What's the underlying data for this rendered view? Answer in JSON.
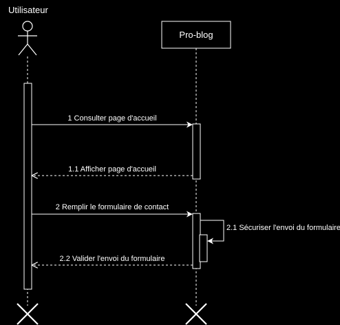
{
  "participants": {
    "actor": {
      "label": "Utilisateur",
      "kind": "actor"
    },
    "system": {
      "label": "Pro-blog",
      "kind": "box"
    }
  },
  "messages": [
    {
      "id": "m1",
      "label": "1 Consulter page d'accueil",
      "from": "actor",
      "to": "system",
      "style": "solid"
    },
    {
      "id": "m1_1",
      "label": "1.1 Afficher page d'accueil",
      "from": "system",
      "to": "actor",
      "style": "dashed"
    },
    {
      "id": "m2",
      "label": "2 Remplir le formulaire de contact",
      "from": "actor",
      "to": "system",
      "style": "solid"
    },
    {
      "id": "m2_1",
      "label": "2.1 Sécuriser l'envoi du formulaire",
      "from": "system",
      "to": "system",
      "style": "self"
    },
    {
      "id": "m2_2",
      "label": "2.2 Valider l'envoi du formulaire",
      "from": "system",
      "to": "actor",
      "style": "dashed"
    }
  ],
  "colors": {
    "background": "#000000",
    "stroke": "#ffffff",
    "text": "#ffffff"
  }
}
